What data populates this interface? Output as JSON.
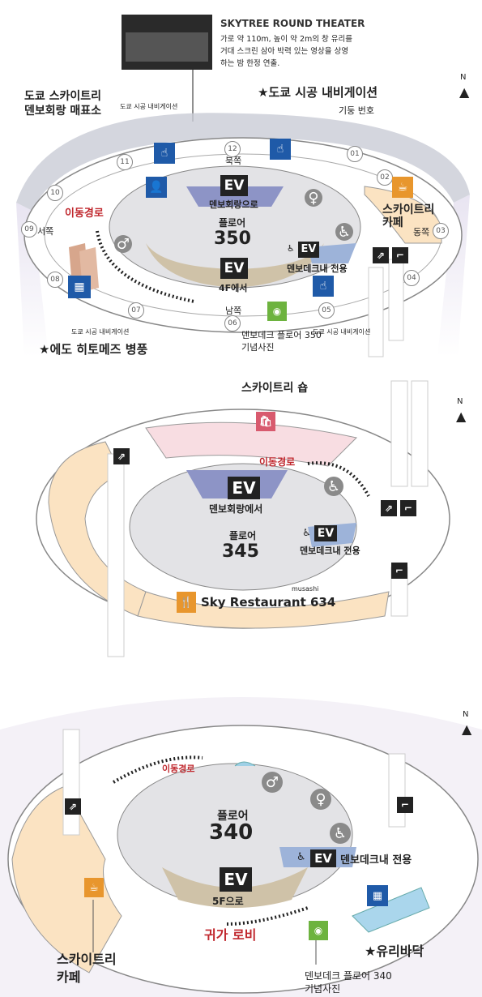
{
  "theater": {
    "title": "SKYTREE ROUND THEATER",
    "desc1": "가로 약 110m, 높이 약 2m의 창 유리를",
    "desc2": "거대 스크린 삼아 박력 있는 영상을 상영",
    "desc3": "하는 밤 한정 연출."
  },
  "compass": "N",
  "floor350": {
    "shop_label_1": "도쿄 스카이트리",
    "shop_label_2": "덴보회랑 매표소",
    "nav_small_1": "도쿄 시공 내비게이션",
    "nav_main": "★도쿄 시공 내비게이션",
    "pillar_label": "기둥 번호",
    "north": "북쪽",
    "south": "남쪽",
    "west": "서쪽",
    "east": "동쪽",
    "ev_label": "EV",
    "ev_to": "덴보회랑으로",
    "ev_from": "4F에서",
    "route": "이동경로",
    "floor_name": "플로어",
    "floor_num": "350",
    "ev_deck_label": "EV",
    "ev_deck_only": "덴보데크내 전용",
    "cafe_1": "스카이트리",
    "cafe_2": "카페",
    "nav_small_2": "도쿄 시공 내비게이션",
    "nav_small_3": "도쿄 시공 내비게이션",
    "edo": "★에도 히토메즈 병풍",
    "photo_1": "덴보데크 플로어 350",
    "photo_2": "기념사진",
    "pillars": [
      "01",
      "02",
      "03",
      "04",
      "05",
      "06",
      "07",
      "08",
      "09",
      "10",
      "11",
      "12"
    ]
  },
  "floor345": {
    "shop": "스카이트리 숍",
    "route": "이동경로",
    "ev_label": "EV",
    "ev_from": "덴보회랑에서",
    "floor_name": "플로어",
    "floor_num": "345",
    "ev_deck_label": "EV",
    "ev_deck_only": "덴보데크내 전용",
    "restaurant": "Sky Restaurant 634",
    "restaurant_sub": "musashi"
  },
  "floor340": {
    "route": "이동경로",
    "floor_name": "플로어",
    "floor_num": "340",
    "ev_deck_label": "EV",
    "ev_deck_only": "덴보데크내 전용",
    "ev_label": "EV",
    "ev_from": "5F으로",
    "lobby": "귀가 로비",
    "cafe_1": "스카이트리",
    "cafe_2": "카페",
    "glass": "★유리바닥",
    "photo_1": "덴보데크 플로어 340",
    "photo_2": "기념사진"
  }
}
